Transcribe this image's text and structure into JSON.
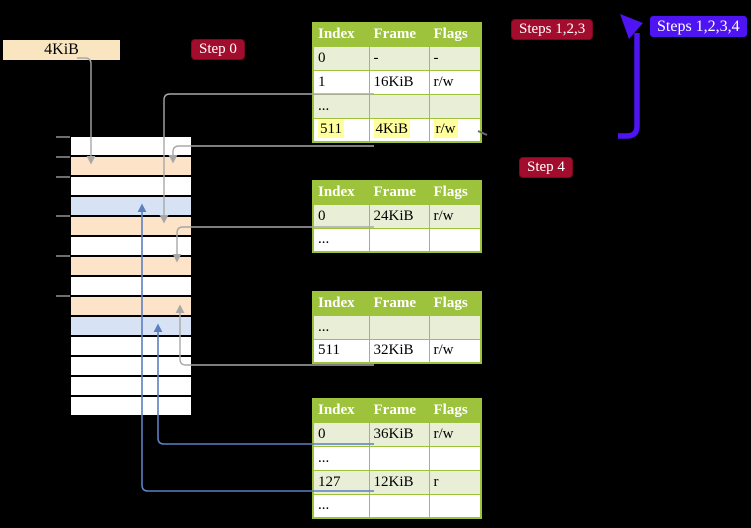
{
  "labels": {
    "frame_size_box": "4KiB",
    "badge_step0": "Step 0",
    "badge_steps123": "Steps 1,2,3",
    "badge_steps1234": "Steps 1,2,3,4",
    "badge_step4": "Step 4"
  },
  "page_tables": [
    {
      "level": "table-1",
      "headers": [
        "Index",
        "Frame",
        "Flags"
      ],
      "rows": [
        {
          "cells": [
            "0",
            "-",
            "-"
          ],
          "shaded": false,
          "highlight": false
        },
        {
          "cells": [
            "1",
            "16KiB",
            "r/w"
          ],
          "shaded": true,
          "highlight": false
        },
        {
          "cells": [
            "...",
            "",
            ""
          ],
          "shaded": false,
          "highlight": false
        },
        {
          "cells": [
            "511",
            "4KiB",
            "r/w"
          ],
          "shaded": true,
          "highlight": true
        }
      ]
    },
    {
      "level": "table-2",
      "headers": [
        "Index",
        "Frame",
        "Flags"
      ],
      "rows": [
        {
          "cells": [
            "0",
            "24KiB",
            "r/w"
          ],
          "shaded": false,
          "highlight": false
        },
        {
          "cells": [
            "...",
            "",
            ""
          ],
          "shaded": true,
          "highlight": false
        }
      ]
    },
    {
      "level": "table-3",
      "headers": [
        "Index",
        "Frame",
        "Flags"
      ],
      "rows": [
        {
          "cells": [
            "...",
            "",
            ""
          ],
          "shaded": false,
          "highlight": false
        },
        {
          "cells": [
            "511",
            "32KiB",
            "r/w"
          ],
          "shaded": true,
          "highlight": false
        }
      ]
    },
    {
      "level": "table-4",
      "headers": [
        "Index",
        "Frame",
        "Flags"
      ],
      "rows": [
        {
          "cells": [
            "0",
            "36KiB",
            "r/w"
          ],
          "shaded": false,
          "highlight": false
        },
        {
          "cells": [
            "...",
            "",
            ""
          ],
          "shaded": true,
          "highlight": false
        },
        {
          "cells": [
            "127",
            "12KiB",
            "r"
          ],
          "shaded": false,
          "highlight": false
        },
        {
          "cells": [
            "...",
            "",
            ""
          ],
          "shaded": true,
          "highlight": false
        }
      ]
    }
  ],
  "memory": {
    "rows": [
      {
        "color": "white"
      },
      {
        "color": "peach"
      },
      {
        "color": "white"
      },
      {
        "color": "blue"
      },
      {
        "color": "peach"
      },
      {
        "color": "white"
      },
      {
        "color": "peach"
      },
      {
        "color": "white"
      },
      {
        "color": "peach"
      },
      {
        "color": "blue"
      },
      {
        "color": "white"
      },
      {
        "color": "white"
      },
      {
        "color": "white"
      },
      {
        "color": "white"
      }
    ]
  },
  "colors": {
    "bg": "#000000",
    "header-green": "#9dc33c",
    "row-green": "#e9efd6",
    "peach": "#fde3c7",
    "lightblue": "#d7e3f5",
    "tan": "#f9e6c0",
    "crimson": "#a30d2d",
    "violet": "#4e14f2",
    "line-gray": "#a8a8a8",
    "line-blue": "#5b7fc0",
    "yellow": "#ffff9c"
  }
}
